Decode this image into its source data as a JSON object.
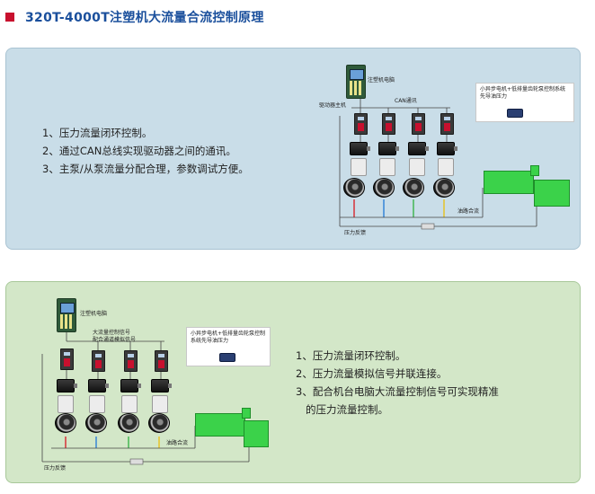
{
  "header": {
    "title": "320T-4000T注塑机大流量合流控制原理",
    "accent_color": "#c8102e",
    "title_color": "#1a4f9c"
  },
  "panel_top": {
    "background": "#c9dde8",
    "features": [
      "1、压力流量闭环控制。",
      "2、通过CAN总线实现驱动器之间的通讯。",
      "3、主泵/从泵流量分配合理，参数调试方便。"
    ],
    "labels": {
      "computer": "注塑机电脑",
      "master_driver": "驱动器主机",
      "can_bus": "CAN通讯",
      "oil_merge": "油路合流",
      "pressure_feedback": "压力反馈"
    },
    "note": "小异步电机+低排量齿轮泵控制系统先导油压力"
  },
  "panel_bottom": {
    "background": "#d3e7c8",
    "features": [
      "1、压力流量闭环控制。",
      "2、压力流量模拟信号并联连接。",
      "3、配合机台电脑大流量控制信号可实现精准",
      "   的压力流量控制。"
    ],
    "labels": {
      "computer": "注塑机电脑",
      "signal_line1": "大流量控制信号",
      "signal_line2": "配合通道模拟信号",
      "oil_merge": "油路合流",
      "pressure_feedback": "压力反馈"
    },
    "note": "小异步电机+低排量齿轮泵控制系统先导油压力"
  }
}
